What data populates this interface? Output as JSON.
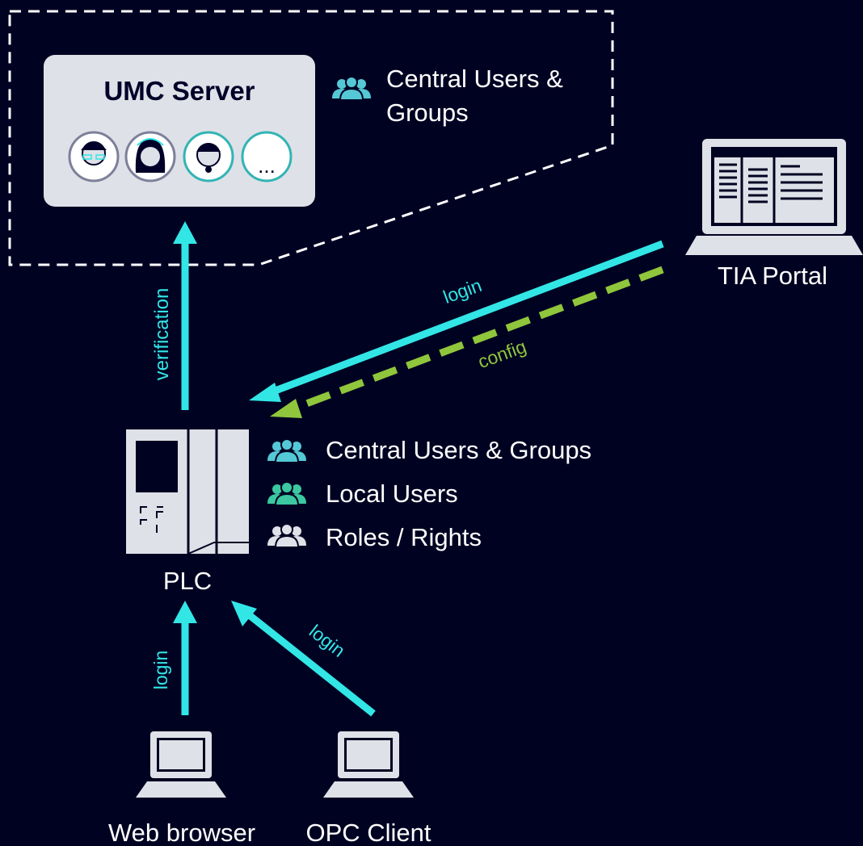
{
  "umc_server": {
    "title": "UMC Server",
    "avatar_more": "...",
    "group_label_line1": "Central Users &",
    "group_label_line2": "Groups"
  },
  "tia_portal": {
    "label": "TIA Portal"
  },
  "plc": {
    "label": "PLC",
    "legend": [
      {
        "text": "Central Users & Groups",
        "icon": "users-group-icon",
        "color": "#55c8d6"
      },
      {
        "text": "Local Users",
        "icon": "users-group-icon",
        "color": "#3cc8a0"
      },
      {
        "text": "Roles / Rights",
        "icon": "users-group-icon",
        "color": "#dfe1e8"
      }
    ]
  },
  "clients": {
    "web_browser": "Web browser",
    "opc_client": "OPC Client"
  },
  "arrows": {
    "verification": "verification",
    "tia_login": "login",
    "tia_config": "config",
    "web_login": "login",
    "opc_login": "login"
  },
  "colors": {
    "background": "#000222",
    "cyan": "#32e6e6",
    "green": "#8fc63c",
    "panel": "#dfe1e8",
    "dark_text": "#000028"
  }
}
